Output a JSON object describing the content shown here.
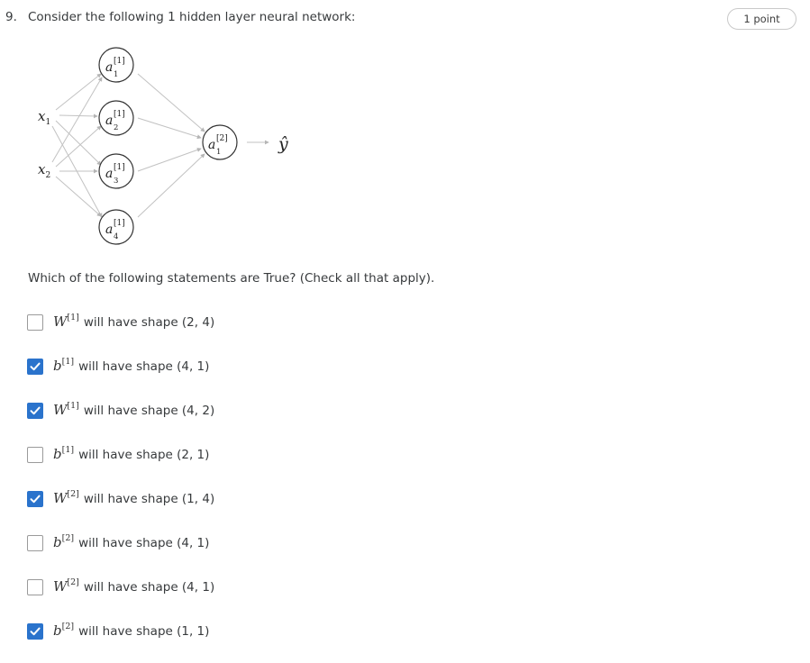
{
  "question": {
    "number": "9.",
    "text": "Consider the following 1 hidden layer neural network:",
    "points": "1 point"
  },
  "diagram": {
    "inputs": [
      {
        "base": "x",
        "sub": "1"
      },
      {
        "base": "x",
        "sub": "2"
      }
    ],
    "hidden": [
      {
        "base": "a",
        "sup": "[1]",
        "sub": "1"
      },
      {
        "base": "a",
        "sup": "[1]",
        "sub": "2"
      },
      {
        "base": "a",
        "sup": "[1]",
        "sub": "3"
      },
      {
        "base": "a",
        "sup": "[1]",
        "sub": "4"
      }
    ],
    "output_node": {
      "base": "a",
      "sup": "[2]",
      "sub": "1"
    },
    "output_label": "ŷ"
  },
  "prompt": "Which of the following statements are True? (Check all that apply).",
  "options": [
    {
      "symbol": "W",
      "sup": "[1]",
      "text": "will have shape (2, 4)",
      "checked": false
    },
    {
      "symbol": "b",
      "sup": "[1]",
      "text": "will have shape (4, 1)",
      "checked": true
    },
    {
      "symbol": "W",
      "sup": "[1]",
      "text": "will have shape (4, 2)",
      "checked": true
    },
    {
      "symbol": "b",
      "sup": "[1]",
      "text": "will have shape (2, 1)",
      "checked": false
    },
    {
      "symbol": "W",
      "sup": "[2]",
      "text": "will have shape (1, 4)",
      "checked": true
    },
    {
      "symbol": "b",
      "sup": "[2]",
      "text": "will have shape (4, 1)",
      "checked": false
    },
    {
      "symbol": "W",
      "sup": "[2]",
      "text": "will have shape (4, 1)",
      "checked": false
    },
    {
      "symbol": "b",
      "sup": "[2]",
      "text": "will have shape (1, 1)",
      "checked": true
    }
  ],
  "colors": {
    "checkbox_checked": "#2a73cc",
    "text": "#373a3c"
  }
}
